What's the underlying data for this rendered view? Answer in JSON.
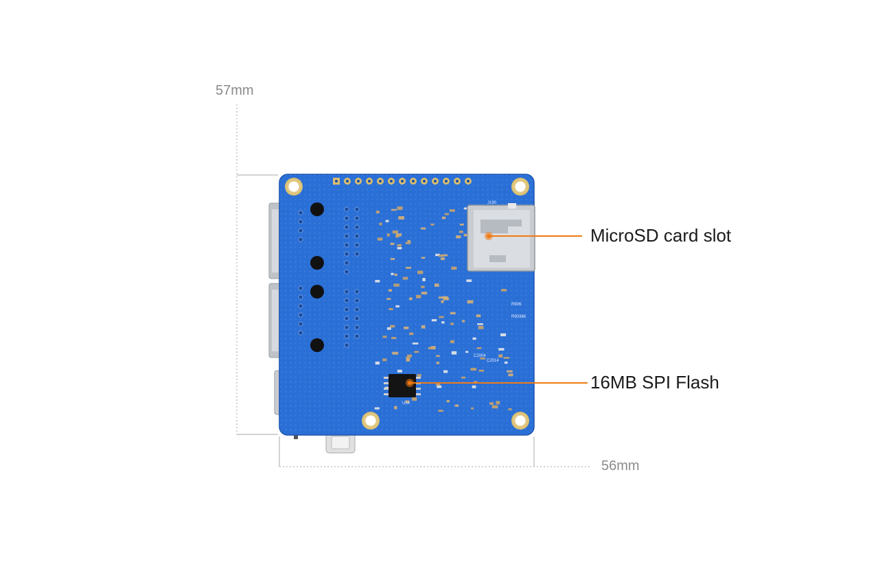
{
  "dimensions": {
    "height_label": "57mm",
    "width_label": "56mm"
  },
  "callouts": [
    {
      "label": "MicroSD card slot"
    },
    {
      "label": "16MB SPI Flash"
    }
  ],
  "board_markings": [
    "J190",
    "U54",
    "C2014",
    "C2004",
    "R906",
    "R90386"
  ],
  "colors": {
    "board": "#2a6fd6",
    "board_dark": "#1f5cbf",
    "callout": "#f07a14",
    "dim_line": "#b0b0b0",
    "text": "#1a1a1a",
    "dim_text": "#8a8a8a"
  }
}
